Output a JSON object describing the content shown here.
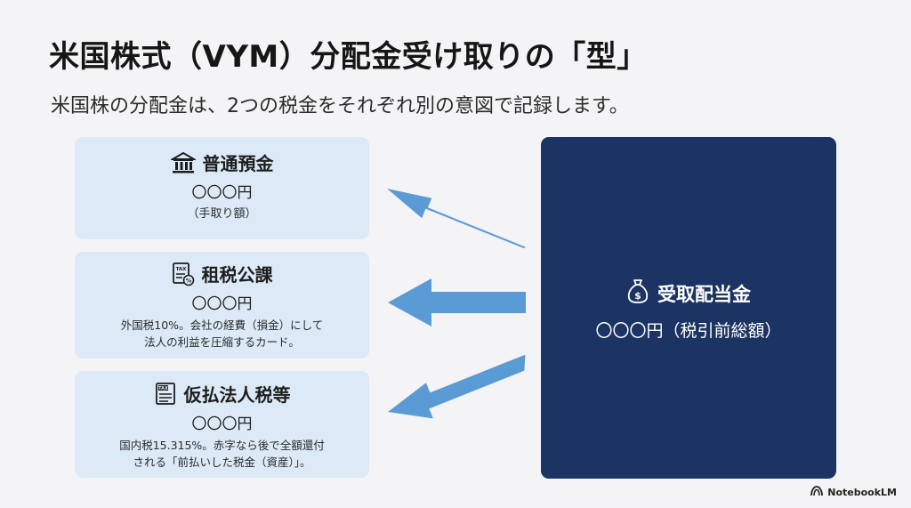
{
  "title": "米国株式（VYM）分配金受け取りの「型」",
  "subtitle": "米国株の分配金は、2つの税金をそれぞれ別の意図で記録します。",
  "cards": [
    {
      "icon": "bank-icon",
      "heading": "普通預金",
      "amount": "〇〇〇円",
      "note": "（手取り額）",
      "description_line1": "",
      "description_line2": ""
    },
    {
      "icon": "tax-receipt-icon",
      "heading": "租税公課",
      "amount": "〇〇〇円",
      "note": "",
      "description_line1": "外国税10%。会社の経費（損金）にして",
      "description_line2": "法人の利益を圧縮するカード。"
    },
    {
      "icon": "tax-document-icon",
      "heading": "仮払法人税等",
      "amount": "〇〇〇円",
      "note": "",
      "description_line1": "国内税15.315%。赤字なら後で全額還付",
      "description_line2": "される「前払いした税金（資産）」。"
    }
  ],
  "source_box": {
    "icon": "money-bag-icon",
    "heading": "受取配当金",
    "amount": "〇〇〇円（税引前総額）"
  },
  "brand": "NotebookLM",
  "colors": {
    "card_bg": "#dceaf7",
    "box_bg": "#1c3463",
    "arrow": "#5b9bd5"
  }
}
